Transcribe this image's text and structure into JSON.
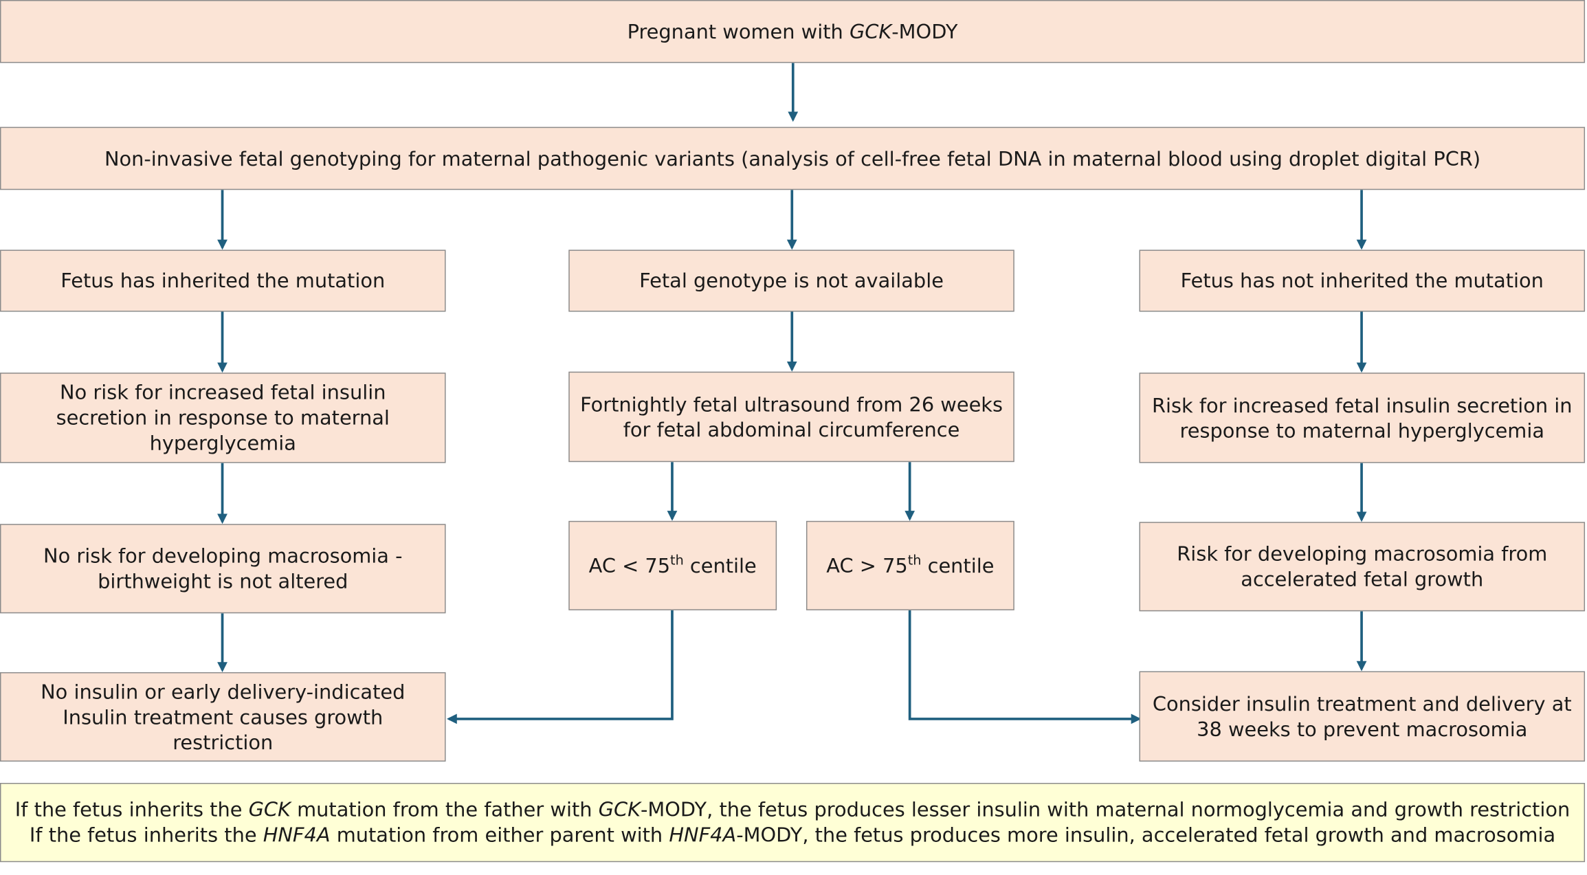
{
  "colors": {
    "box_fill": "#fbe4d6",
    "note_fill": "#ffffd6",
    "border": "#8b8b8b",
    "arrow": "#1f5f7f"
  },
  "top": {
    "pre": "Pregnant women with ",
    "gene": "GCK",
    "post": "-MODY"
  },
  "genotyping": "Non-invasive fetal genotyping for maternal pathogenic variants (analysis of cell-free fetal DNA in maternal blood using droplet digital PCR)",
  "left": {
    "header": "Fetus has inherited the mutation",
    "risk": "No risk for increased fetal insulin secretion in response to maternal hyperglycemia",
    "macro": "No risk for developing macrosomia - birthweight is not altered",
    "outcome_line1": "No insulin or early delivery-indicated",
    "outcome_line2": "Insulin treatment causes growth restriction"
  },
  "middle": {
    "header": "Fetal genotype is not available",
    "ultrasound": "Fortnightly fetal ultrasound from 26 weeks for fetal abdominal circumference",
    "ac_low": {
      "pre": "AC < 75",
      "sup": "th",
      "post": " centile"
    },
    "ac_high": {
      "pre": "AC > 75",
      "sup": "th",
      "post": " centile"
    }
  },
  "right": {
    "header": "Fetus has not inherited the mutation",
    "risk": "Risk for increased fetal insulin secretion in response to maternal hyperglycemia",
    "macro": "Risk for developing macrosomia from accelerated fetal growth",
    "outcome": "Consider insulin treatment and delivery at 38 weeks to prevent macrosomia"
  },
  "note": {
    "line1": {
      "a": "If the fetus inherits the ",
      "b": "GCK",
      "c": " mutation from the father with ",
      "d": "GCK",
      "e": "-MODY, the fetus produces lesser insulin with maternal normoglycemia and growth restriction"
    },
    "line2": {
      "a": "If the fetus inherits the ",
      "b": "HNF4A",
      "c": " mutation from either parent with ",
      "d": "HNF4A",
      "e": "-MODY, the fetus produces more insulin, accelerated fetal growth and macrosomia"
    }
  }
}
